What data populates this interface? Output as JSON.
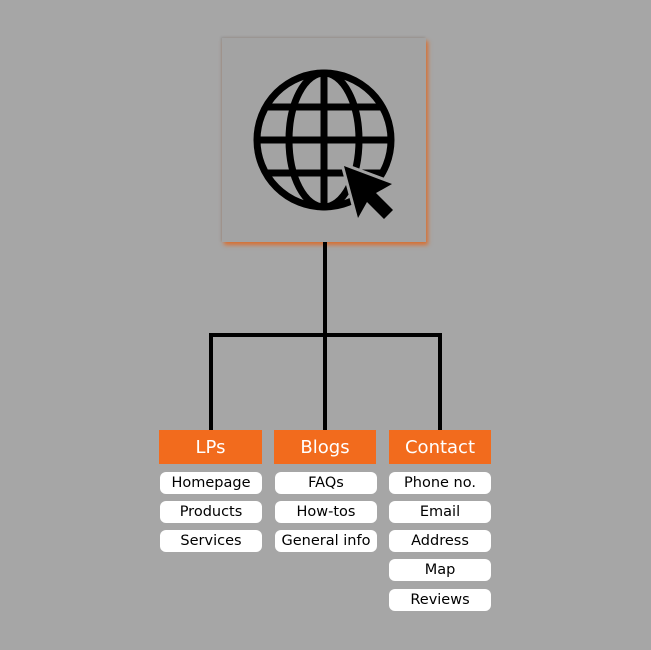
{
  "root": {
    "icon": "globe-with-cursor-icon"
  },
  "colors": {
    "background": "#a6a6a6",
    "accent": "#f26b1d",
    "line": "#000000"
  },
  "columns": [
    {
      "label": "LPs",
      "items": [
        "Homepage",
        "Products",
        "Services"
      ]
    },
    {
      "label": "Blogs",
      "items": [
        "FAQs",
        "How-tos",
        "General info"
      ]
    },
    {
      "label": "Contact",
      "items": [
        "Phone no.",
        "Email",
        "Address",
        "Map",
        "Reviews"
      ]
    }
  ]
}
